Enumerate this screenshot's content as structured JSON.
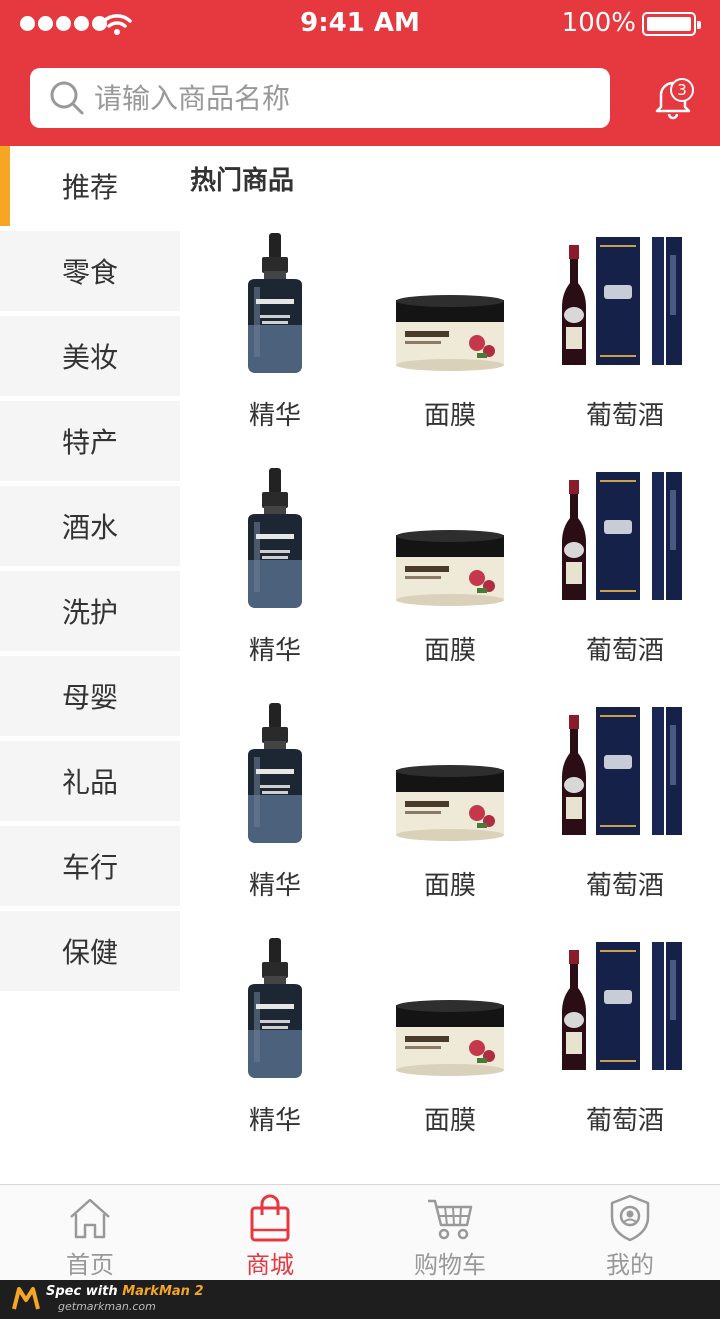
{
  "status_bar": {
    "time": "9:41 AM",
    "battery": "100%"
  },
  "search": {
    "placeholder": "请输入商品名称"
  },
  "notifications": {
    "count": "3"
  },
  "sidebar": {
    "items": [
      {
        "label": "推荐",
        "active": true
      },
      {
        "label": "零食"
      },
      {
        "label": "美妆"
      },
      {
        "label": "特产"
      },
      {
        "label": "酒水"
      },
      {
        "label": "洗护"
      },
      {
        "label": "母婴"
      },
      {
        "label": "礼品"
      },
      {
        "label": "车行"
      },
      {
        "label": "保健"
      }
    ]
  },
  "main": {
    "section_title": "热门商品",
    "rows": [
      [
        {
          "name": "精华",
          "image": "serum-bottle"
        },
        {
          "name": "面膜",
          "image": "cream-jar"
        },
        {
          "name": "葡萄酒",
          "image": "wine-bottle"
        }
      ],
      [
        {
          "name": "精华",
          "image": "serum-bottle"
        },
        {
          "name": "面膜",
          "image": "cream-jar"
        },
        {
          "name": "葡萄酒",
          "image": "wine-bottle"
        }
      ],
      [
        {
          "name": "精华",
          "image": "serum-bottle"
        },
        {
          "name": "面膜",
          "image": "cream-jar"
        },
        {
          "name": "葡萄酒",
          "image": "wine-bottle"
        }
      ],
      [
        {
          "name": "精华",
          "image": "serum-bottle"
        },
        {
          "name": "面膜",
          "image": "cream-jar"
        },
        {
          "name": "葡萄酒",
          "image": "wine-bottle"
        }
      ]
    ]
  },
  "tabbar": {
    "items": [
      {
        "label": "首页",
        "icon": "home-icon"
      },
      {
        "label": "商城",
        "icon": "shopping-bag-icon",
        "active": true
      },
      {
        "label": "购物车",
        "icon": "cart-icon"
      },
      {
        "label": "我的",
        "icon": "profile-shield-icon"
      }
    ]
  },
  "footer": {
    "line1_prefix": "Spec with ",
    "brand": "MarkMan 2",
    "line2": "getmarkman.com"
  },
  "colors": {
    "primary": "#e5383f",
    "accent": "#f5a623",
    "sidebar_bg": "#f5f5f5",
    "text": "#333333",
    "inactive": "#999999"
  }
}
